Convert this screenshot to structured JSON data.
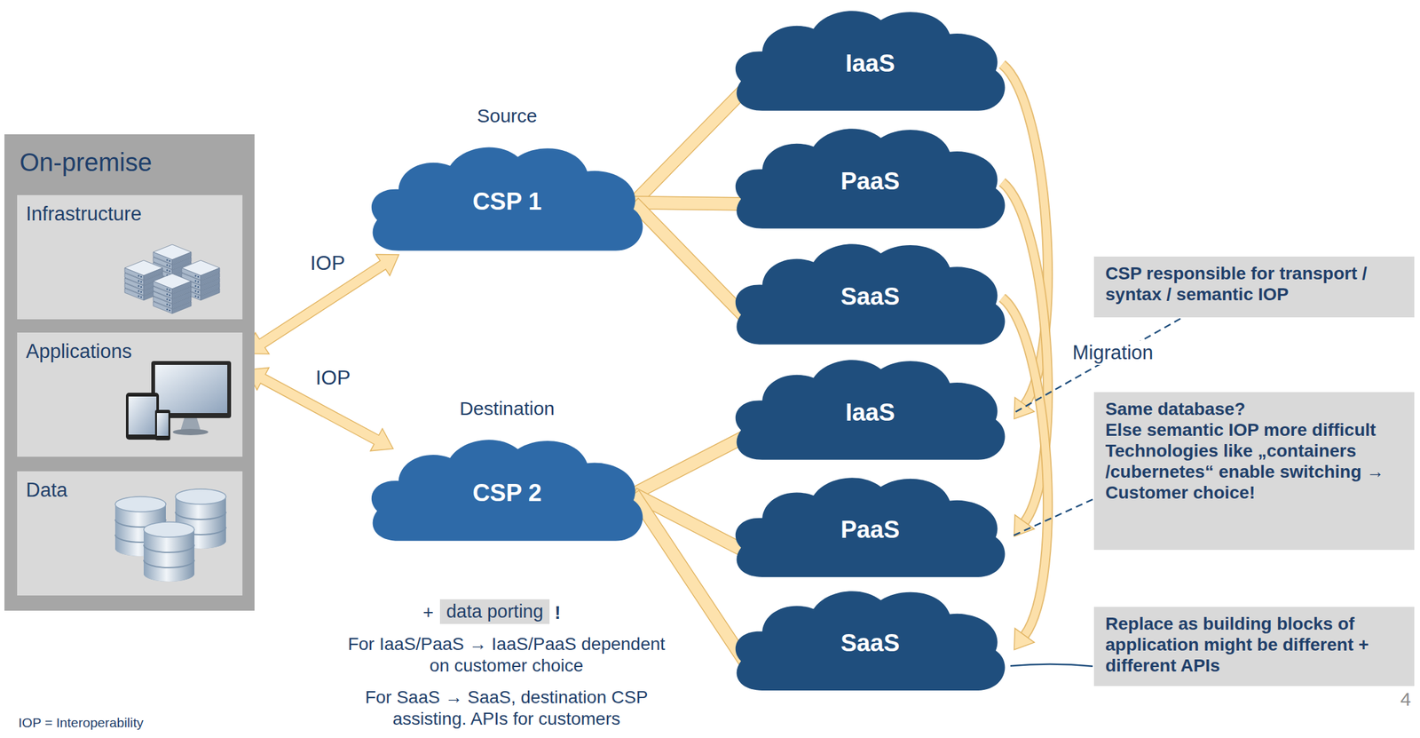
{
  "diagram": {
    "nodes": [
      {
        "text": [
          "On-premise"
        ]
      },
      {
        "text": [
          "Infrastructure"
        ],
        "in": 0
      },
      {
        "text": [
          "Applications"
        ],
        "in": 0
      },
      {
        "text": [
          "Data"
        ],
        "in": 0
      },
      {
        "text": [
          "Source",
          "CSP 1"
        ]
      },
      {
        "text": [
          "Destination",
          "CSP 2"
        ]
      },
      {
        "text": [
          "IaaS"
        ]
      },
      {
        "text": [
          "PaaS"
        ]
      },
      {
        "text": [
          "SaaS"
        ]
      },
      {
        "text": [
          "IaaS"
        ]
      },
      {
        "text": [
          "PaaS"
        ]
      },
      {
        "text": [
          "SaaS"
        ]
      },
      {
        "text": [
          "CSP responsible for transport / syntax / semantic IOP"
        ]
      },
      {
        "text": [
          "Same database?",
          "Else semantic IOP more difficult",
          "Technologies like „containers /cubernetes“ enable switching → Customer choice!"
        ]
      },
      {
        "text": [
          "Replace as building blocks of application might be different + different APIs"
        ]
      }
    ],
    "edges": [
      {
        "from": 2,
        "to": 4,
        "label": "IOP",
        "arrow": "both"
      },
      {
        "from": 2,
        "to": 5,
        "label": "IOP",
        "arrow": "both"
      },
      {
        "from": 4,
        "to": 6,
        "arrow": "none"
      },
      {
        "from": 4,
        "to": 7,
        "arrow": "none"
      },
      {
        "from": 4,
        "to": 8,
        "arrow": "none"
      },
      {
        "from": 5,
        "to": 9,
        "arrow": "none"
      },
      {
        "from": 5,
        "to": 10,
        "arrow": "none"
      },
      {
        "from": 5,
        "to": 11,
        "arrow": "none"
      },
      {
        "from": 6,
        "to": 9,
        "arrow": "to"
      },
      {
        "from": 7,
        "to": 10,
        "arrow": "to"
      },
      {
        "from": 8,
        "to": 11,
        "arrow": "to"
      },
      {
        "from": 12,
        "to": 9,
        "arrow": "none"
      },
      {
        "from": 13,
        "to": 10,
        "arrow": "none"
      },
      {
        "from": 14,
        "to": 11,
        "arrow": "none"
      }
    ],
    "labels": [
      "Migration",
      "+",
      "data porting",
      "!",
      "For IaaS/PaaS → IaaS/PaaS dependent on customer choice",
      "For SaaS → SaaS, destination CSP assisting. APIs for customers",
      "IOP = Interoperability",
      "4"
    ]
  }
}
